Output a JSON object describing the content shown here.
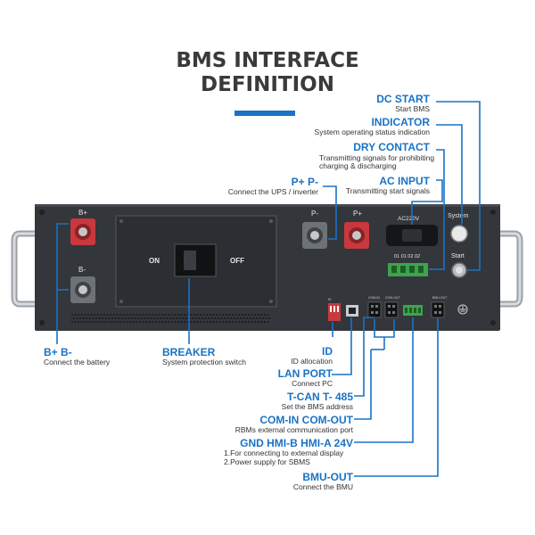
{
  "title": {
    "line1": "BMS INTERFACE",
    "line2": "DEFINITION"
  },
  "accent_color": "#1a73c4",
  "right_labels": [
    {
      "title": "DC START",
      "desc": [
        "Start BMS"
      ]
    },
    {
      "title": "INDICATOR",
      "desc": [
        "System operating status indication"
      ]
    },
    {
      "title": "DRY CONTACT",
      "desc": [
        "Transmitting signals for prohibiting",
        "charging & discharging"
      ]
    },
    {
      "title": "AC INPUT",
      "desc": [
        "Transmitting start signals"
      ]
    }
  ],
  "top_label": {
    "title": "P+ P-",
    "desc": "Connect the UPS / inverter"
  },
  "left_labels": [
    {
      "title": "B+ B-",
      "desc": "Connect the battery"
    },
    {
      "title": "BREAKER",
      "desc": "System protection switch"
    }
  ],
  "bottom_labels": [
    {
      "title": "ID",
      "desc": [
        "ID allocation"
      ]
    },
    {
      "title": "LAN PORT",
      "desc": [
        "Connect PC"
      ]
    },
    {
      "title": "T-CAN T- 485",
      "desc": [
        "Set the BMS address"
      ]
    },
    {
      "title": "COM-IN COM-OUT",
      "desc": [
        "RBMs external communication port"
      ]
    },
    {
      "title": "GND HMI-B HMI-A 24V",
      "desc": [
        "1.For connecting to external display",
        "2.Power supply for SBMS"
      ]
    },
    {
      "title": "BMU-OUT",
      "desc": [
        "Connect the BMU"
      ]
    }
  ],
  "device": {
    "b_plus": "B+",
    "b_minus": "B-",
    "on": "ON",
    "off": "OFF",
    "p_minus": "P-",
    "p_plus": "P+",
    "ac_label": "AC220V",
    "dry_label": "01 01 02 02",
    "system_label": "System",
    "start_label": "Start",
    "small_labels": [
      "ID",
      "COM-IN",
      "COM-OUT",
      "BMU-OUT"
    ]
  }
}
